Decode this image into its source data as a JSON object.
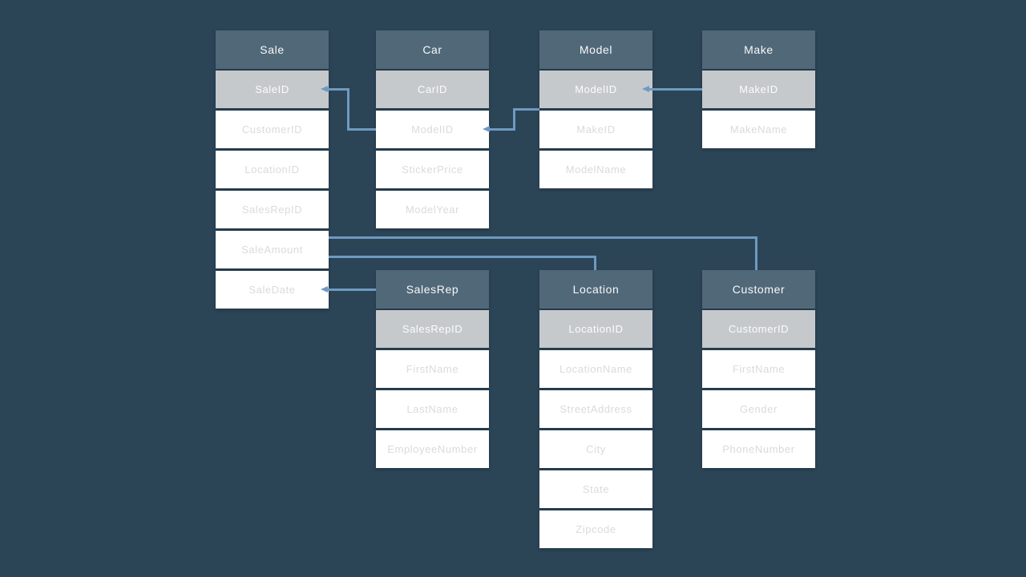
{
  "diagram": {
    "kind": "entity-relationship-diagram",
    "tables": [
      {
        "name": "Sale",
        "primary_key": "SaleID",
        "fields": [
          "CustomerID",
          "LocationID",
          "SalesRepID",
          "SaleAmount",
          "SaleDate"
        ]
      },
      {
        "name": "Car",
        "primary_key": "CarID",
        "fields": [
          "ModelID",
          "StickerPrice",
          "ModelYear"
        ]
      },
      {
        "name": "Model",
        "primary_key": "ModelID",
        "fields": [
          "MakeID",
          "ModelName"
        ]
      },
      {
        "name": "Make",
        "primary_key": "MakeID",
        "fields": [
          "MakeName"
        ]
      },
      {
        "name": "SalesRep",
        "primary_key": "SalesRepID",
        "fields": [
          "FirstName",
          "LastName",
          "EmployeeNumber"
        ]
      },
      {
        "name": "Location",
        "primary_key": "LocationID",
        "fields": [
          "LocationName",
          "StreetAddress",
          "City",
          "State",
          "Zipcode"
        ]
      },
      {
        "name": "Customer",
        "primary_key": "CustomerID",
        "fields": [
          "FirstName",
          "Gender",
          "PhoneNumber"
        ]
      }
    ],
    "relationships": [
      {
        "from": "Sale.SaleID",
        "to": "Car.ModelID"
      },
      {
        "from": "Car.ModelID",
        "to": "Model.ModelID"
      },
      {
        "from": "Model.ModelID",
        "to": "Make.MakeID"
      },
      {
        "from": "Sale",
        "to": "Customer"
      },
      {
        "from": "Sale",
        "to": "Location"
      },
      {
        "from": "Sale.SaleDate",
        "to": "SalesRep"
      }
    ],
    "colors": {
      "background": "#2b4456",
      "table_header": "#516878",
      "key_row": "#c5c9cc",
      "field_row": "#ffffff",
      "field_text": "#d8dbdd",
      "header_text": "#f7f9fa",
      "connector": "#6e9ac1"
    }
  }
}
